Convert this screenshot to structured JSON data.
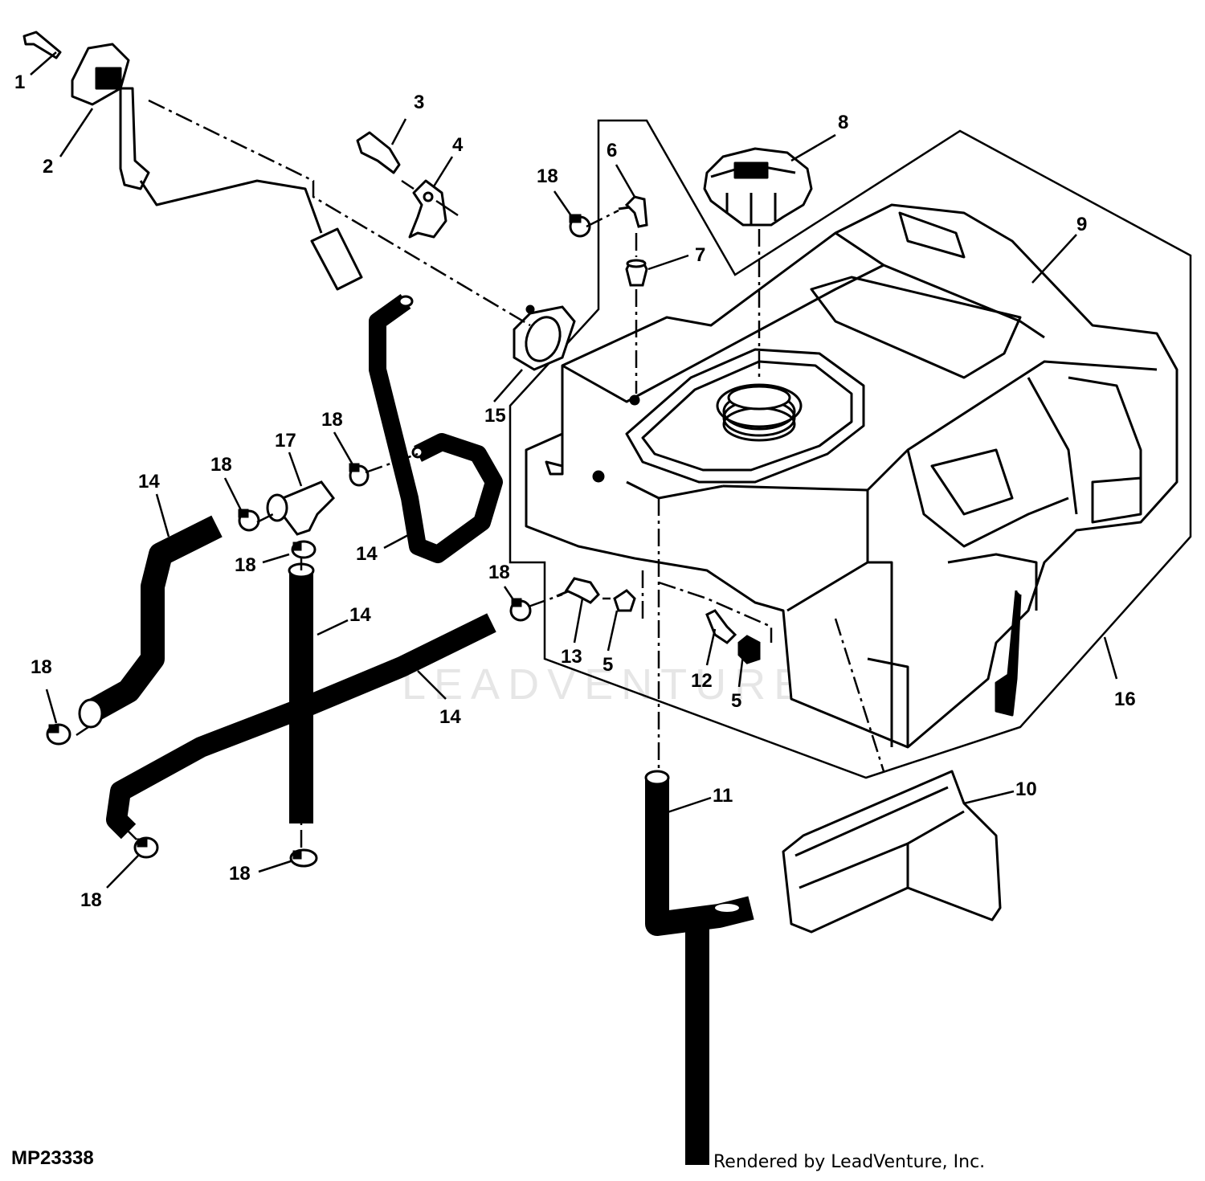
{
  "figure_id": "MP23338",
  "credit": "Rendered by LeadVenture, Inc.",
  "watermark": "LEADVENTURE",
  "callouts": [
    {
      "id": "c1",
      "label": "1"
    },
    {
      "id": "c2",
      "label": "2"
    },
    {
      "id": "c3",
      "label": "3"
    },
    {
      "id": "c4",
      "label": "4"
    },
    {
      "id": "c5a",
      "label": "5"
    },
    {
      "id": "c5b",
      "label": "5"
    },
    {
      "id": "c6",
      "label": "6"
    },
    {
      "id": "c7",
      "label": "7"
    },
    {
      "id": "c8",
      "label": "8"
    },
    {
      "id": "c9",
      "label": "9"
    },
    {
      "id": "c10",
      "label": "10"
    },
    {
      "id": "c11",
      "label": "11"
    },
    {
      "id": "c12",
      "label": "12"
    },
    {
      "id": "c13",
      "label": "13"
    },
    {
      "id": "c14a",
      "label": "14"
    },
    {
      "id": "c14b",
      "label": "14"
    },
    {
      "id": "c14c",
      "label": "14"
    },
    {
      "id": "c14d",
      "label": "14"
    },
    {
      "id": "c15",
      "label": "15"
    },
    {
      "id": "c16",
      "label": "16"
    },
    {
      "id": "c17",
      "label": "17"
    },
    {
      "id": "c18a",
      "label": "18"
    },
    {
      "id": "c18b",
      "label": "18"
    },
    {
      "id": "c18c",
      "label": "18"
    },
    {
      "id": "c18d",
      "label": "18"
    },
    {
      "id": "c18e",
      "label": "18"
    },
    {
      "id": "c18f",
      "label": "18"
    },
    {
      "id": "c18g",
      "label": "18"
    },
    {
      "id": "c18h",
      "label": "18"
    }
  ]
}
